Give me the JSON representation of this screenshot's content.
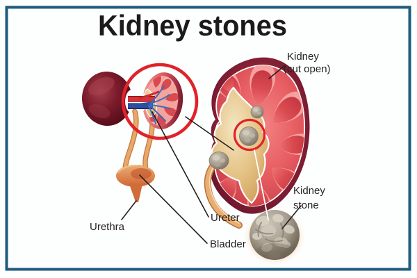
{
  "figure": {
    "title": "Kidney stones",
    "labels": {
      "kidney_cut_open": {
        "line1": "Kidney",
        "line2": "(cut open)"
      },
      "ureter": "Ureter",
      "bladder": "Bladder",
      "urethra": "Urethra",
      "kidney_stone": {
        "line1": "Kidney",
        "line2": "stone"
      }
    },
    "colors": {
      "frame_border": "#1f5b7d",
      "background": "#fdfefe",
      "title_text": "#1c1a1b",
      "label_text": "#231f20",
      "leader_line": "#231f20",
      "highlight_circle_red": "#e0232a",
      "kidney_outer_maroon": "#8a2337",
      "kidney_cortex_red": "#e85f63",
      "renal_pelvis_tan": "#ddb272",
      "kidney_stone_gray": "#a79e8f",
      "bladder_orange": "#d9803f",
      "artery_red": "#d5343a",
      "vein_blue": "#2c4fa0"
    }
  }
}
